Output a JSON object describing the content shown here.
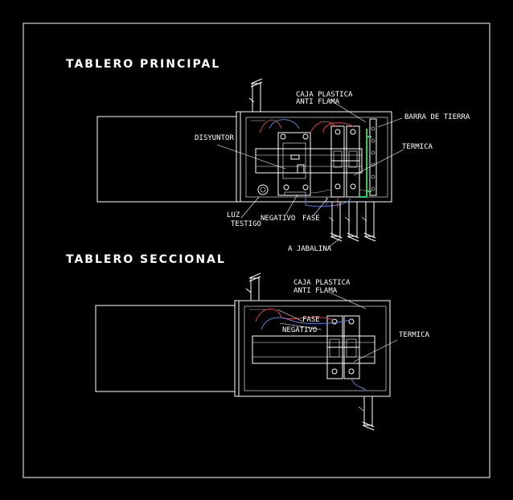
{
  "frame": {
    "border_color": "#ffffff",
    "background": "#000000"
  },
  "colors": {
    "ground_wire": "#22d35a",
    "phase_wire": "#dd4444",
    "neutral_wire": "#5b7fd8",
    "linework": "#ffffff"
  },
  "principal": {
    "title": "TABLERO PRINCIPAL",
    "labels": {
      "caja_line1": "CAJA PLASTICA",
      "caja_line2": "ANTI FLAMA",
      "barra": "BARRA DE TIERRA",
      "disyuntor": "DISYUNTOR",
      "termica": "TERMICA",
      "luz": "LUZ",
      "testigo": "TESTIGO",
      "negativo": "NEGATIVO",
      "fase": "FASE",
      "jabalina": "A JABALINA"
    }
  },
  "seccional": {
    "title": "TABLERO SECCIONAL",
    "labels": {
      "caja_line1": "CAJA PLASTICA",
      "caja_line2": "ANTI FLAMA",
      "fase": "FASE",
      "negativo": "NEGATIVO",
      "termica": "TERMICA"
    }
  }
}
